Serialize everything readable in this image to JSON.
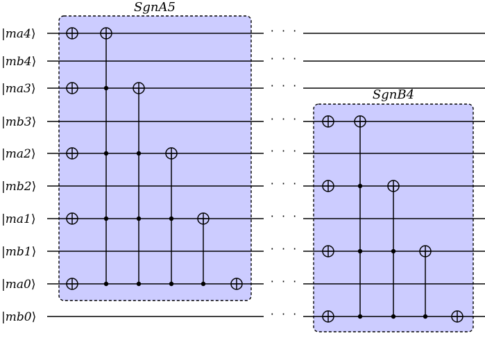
{
  "wires": [
    {
      "id": "ma4",
      "label": "ma4"
    },
    {
      "id": "mb4",
      "label": "mb4"
    },
    {
      "id": "ma3",
      "label": "ma3"
    },
    {
      "id": "mb3",
      "label": "mb3"
    },
    {
      "id": "ma2",
      "label": "ma2"
    },
    {
      "id": "mb2",
      "label": "mb2"
    },
    {
      "id": "ma1",
      "label": "ma1"
    },
    {
      "id": "mb1",
      "label": "mb1"
    },
    {
      "id": "ma0",
      "label": "ma0"
    },
    {
      "id": "mb0",
      "label": "mb0"
    }
  ],
  "continuation": "· · ·",
  "blocks": [
    {
      "id": "sgna5",
      "title": "SgnA5",
      "fill": "#ccccff",
      "gates": [
        {
          "target": "ma4",
          "controls": []
        },
        {
          "target": "ma3",
          "controls": []
        },
        {
          "target": "ma2",
          "controls": []
        },
        {
          "target": "ma1",
          "controls": []
        },
        {
          "target": "ma0",
          "controls": []
        },
        {
          "target": "ma4",
          "controls": [
            "ma3",
            "ma2",
            "ma1",
            "ma0"
          ]
        },
        {
          "target": "ma3",
          "controls": [
            "ma2",
            "ma1",
            "ma0"
          ]
        },
        {
          "target": "ma2",
          "controls": [
            "ma1",
            "ma0"
          ]
        },
        {
          "target": "ma1",
          "controls": [
            "ma0"
          ]
        },
        {
          "target": "ma0",
          "controls": []
        }
      ]
    },
    {
      "id": "sgnb4",
      "title": "SgnB4",
      "fill": "#ccccff",
      "gates": [
        {
          "target": "mb3",
          "controls": []
        },
        {
          "target": "mb2",
          "controls": []
        },
        {
          "target": "mb1",
          "controls": []
        },
        {
          "target": "mb0",
          "controls": []
        },
        {
          "target": "mb3",
          "controls": [
            "mb2",
            "mb1",
            "mb0"
          ]
        },
        {
          "target": "mb2",
          "controls": [
            "mb1",
            "mb0"
          ]
        },
        {
          "target": "mb1",
          "controls": [
            "mb0"
          ]
        },
        {
          "target": "mb0",
          "controls": []
        }
      ]
    }
  ]
}
